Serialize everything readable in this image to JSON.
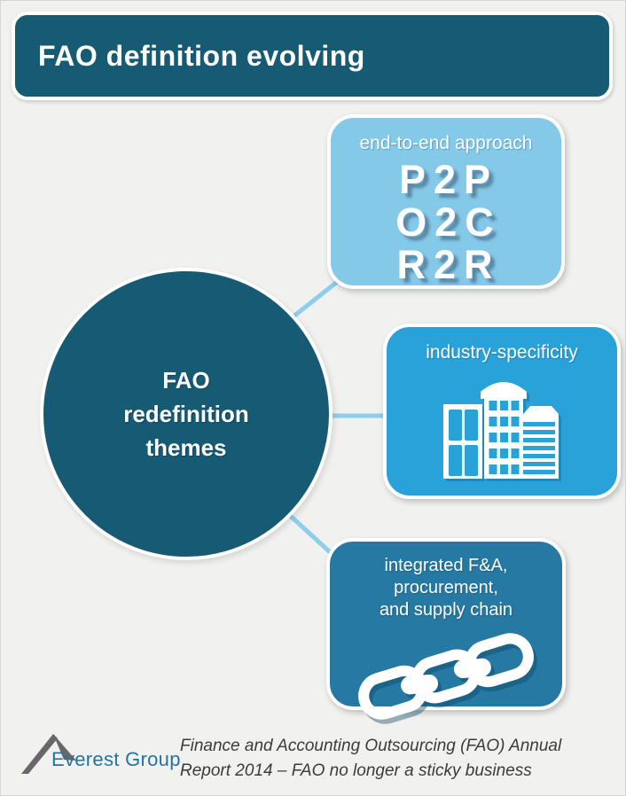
{
  "page": {
    "title": "FAO definition evolving"
  },
  "center_circle": {
    "line1": "FAO",
    "line2": "redefinition",
    "line3": "themes"
  },
  "nodes": {
    "end_to_end": {
      "title": "end-to-end approach",
      "acronyms": [
        "P2P",
        "O2C",
        "R2R"
      ]
    },
    "industry": {
      "title": "industry-specificity",
      "icon": "buildings-icon"
    },
    "integrated": {
      "title_line1": "integrated F&A, procurement,",
      "title_line2": "and supply chain",
      "icon": "chain-icon"
    }
  },
  "footer": {
    "logo_text": "Everest Group",
    "caption_line1": "Finance and Accounting Outsourcing (FAO) Annual",
    "caption_line2": "Report 2014 – FAO no longer a sticky business"
  },
  "colors": {
    "background": "#F1F1EF",
    "header_teal": "#175A73",
    "node_light_blue": "#85C9E9",
    "node_medium_blue": "#29A1D9",
    "node_deep_blue": "#2679A2",
    "connector_blue": "#8FCDEC",
    "logo_blue": "#24759E",
    "logo_gray": "#66686B",
    "caption_gray": "#3B3B3B"
  }
}
